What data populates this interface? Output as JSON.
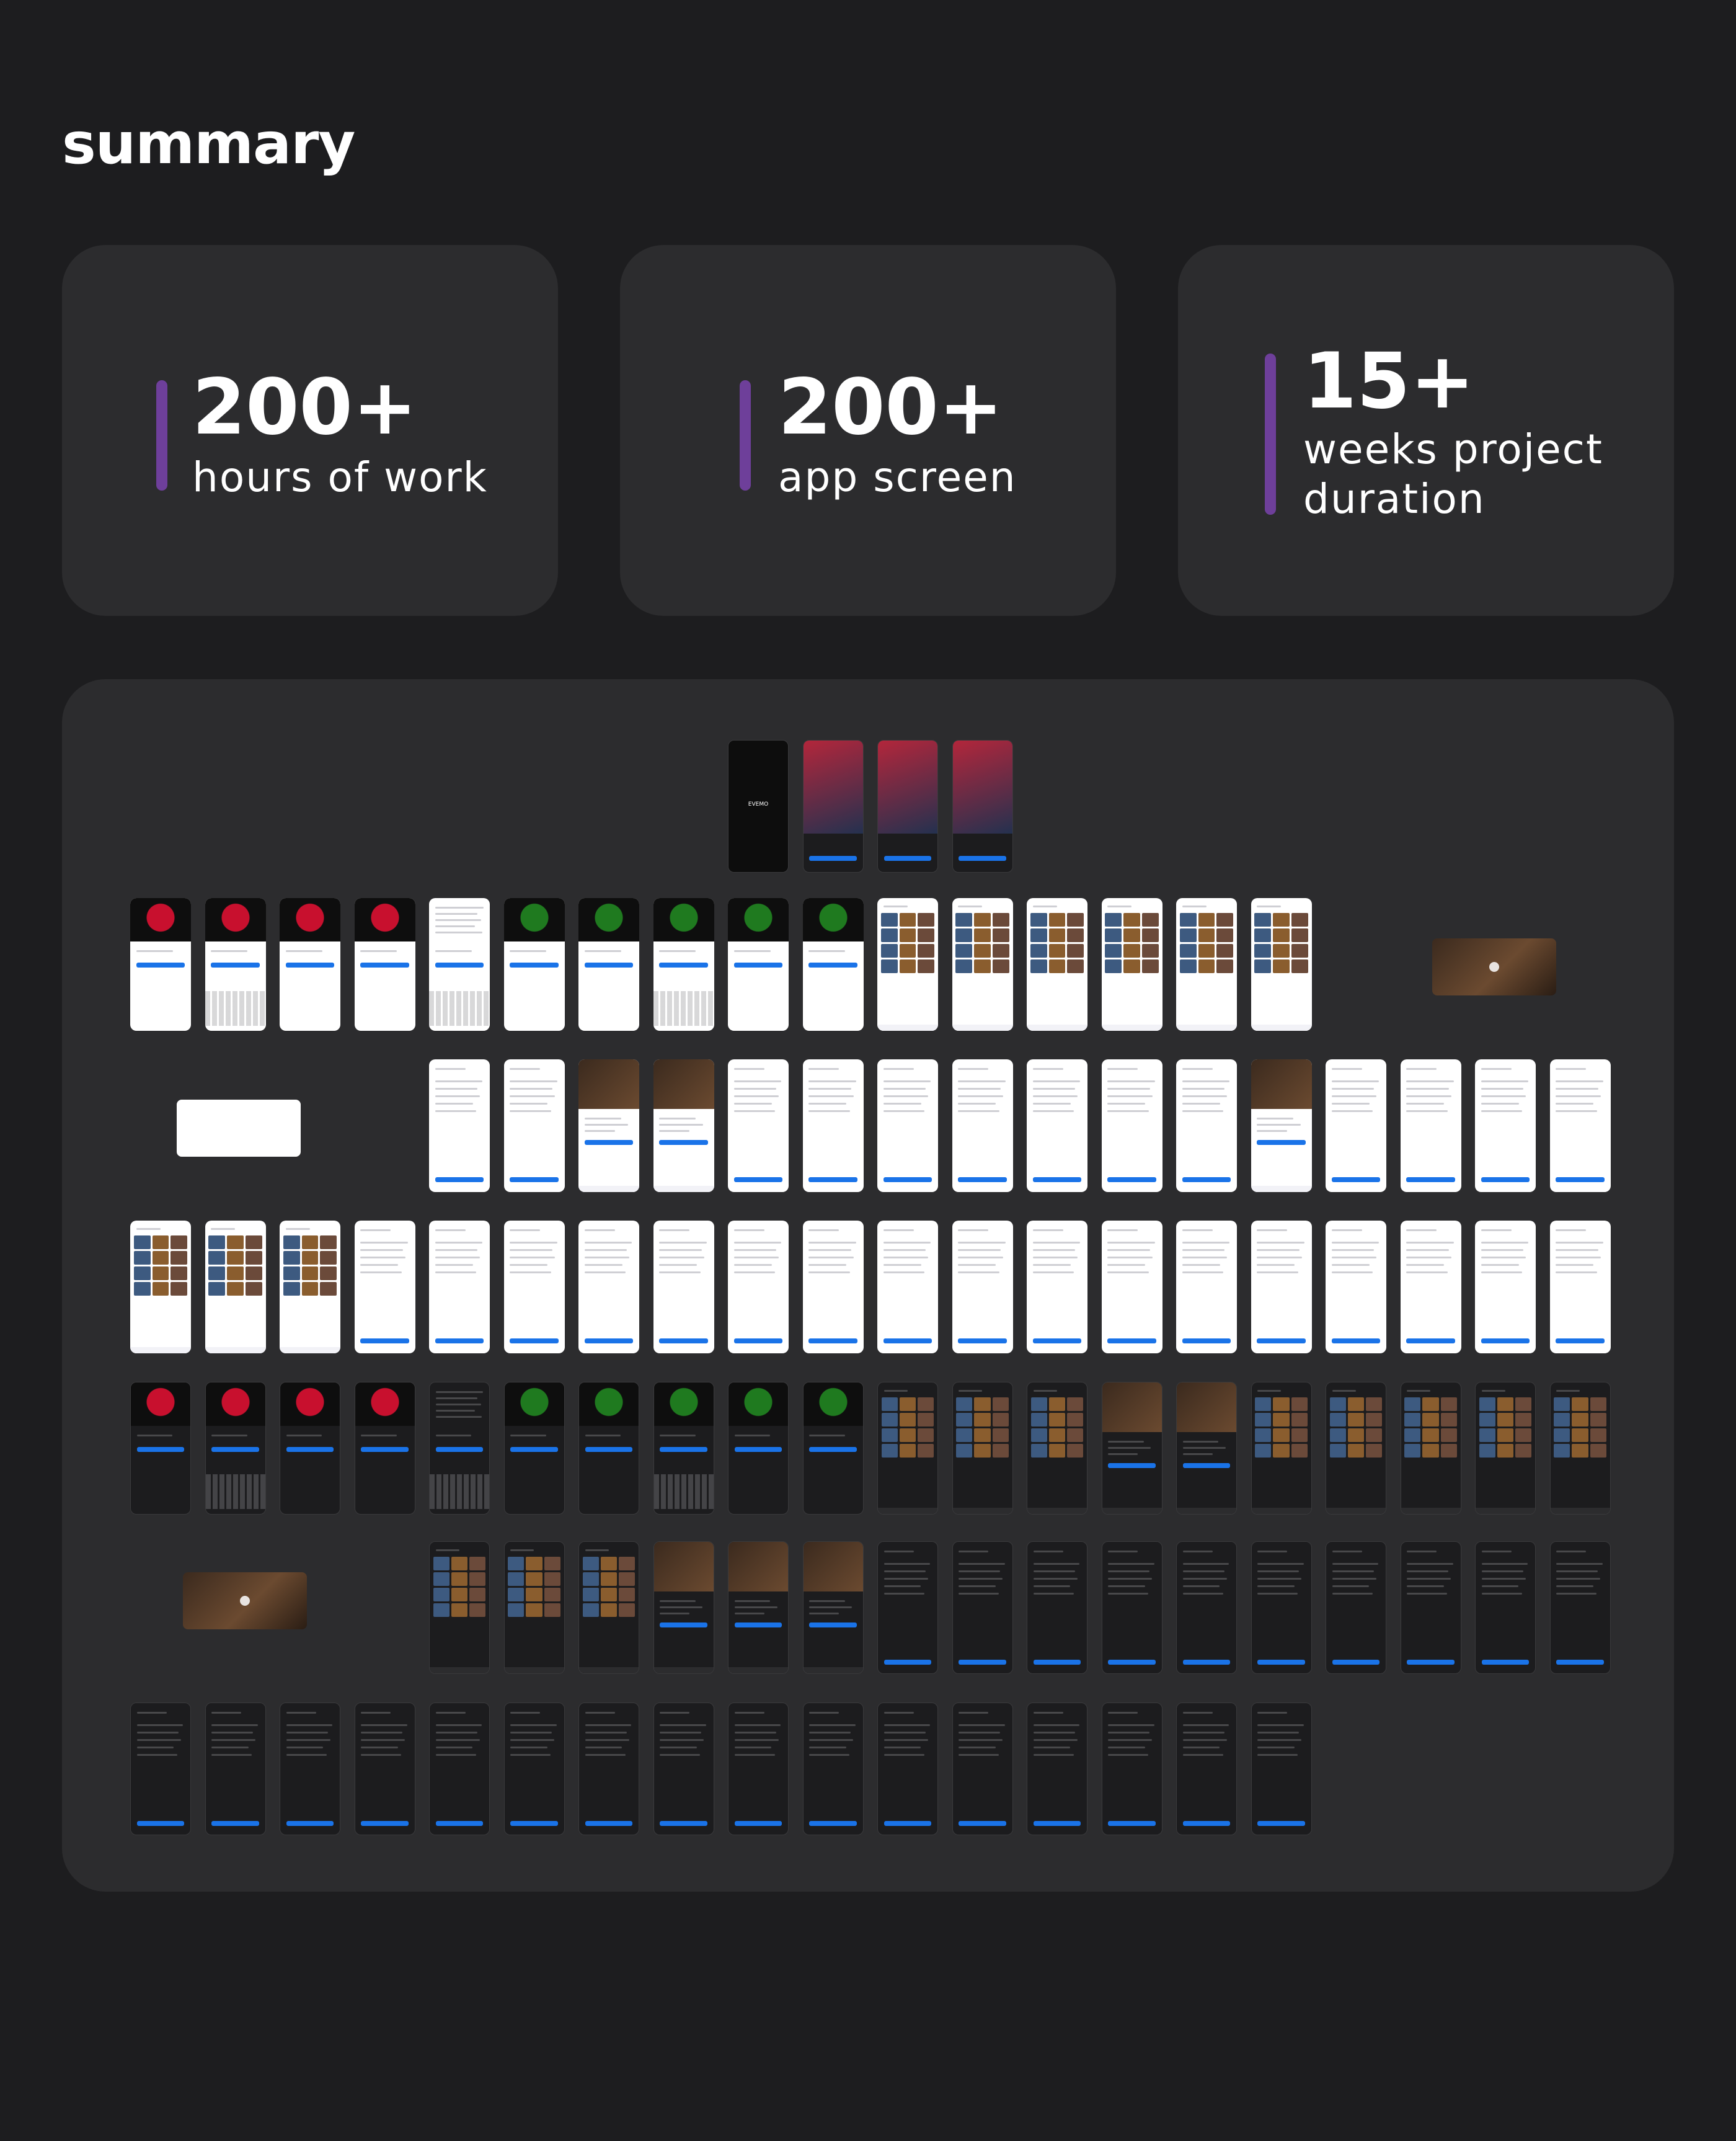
{
  "page": {
    "title": "summary"
  },
  "stats": [
    {
      "value": "200+",
      "label": "hours of work"
    },
    {
      "value": "200+",
      "label": "app screen"
    },
    {
      "value": "15+",
      "label": "weeks project duration"
    }
  ],
  "colors": {
    "background": "#1d1d1f",
    "card": "#2c2c2e",
    "accent_bar": "#6e3f9a",
    "primary_button": "#1a73e8"
  },
  "screens_gallery": {
    "splash_logo": "EVEMO"
  }
}
